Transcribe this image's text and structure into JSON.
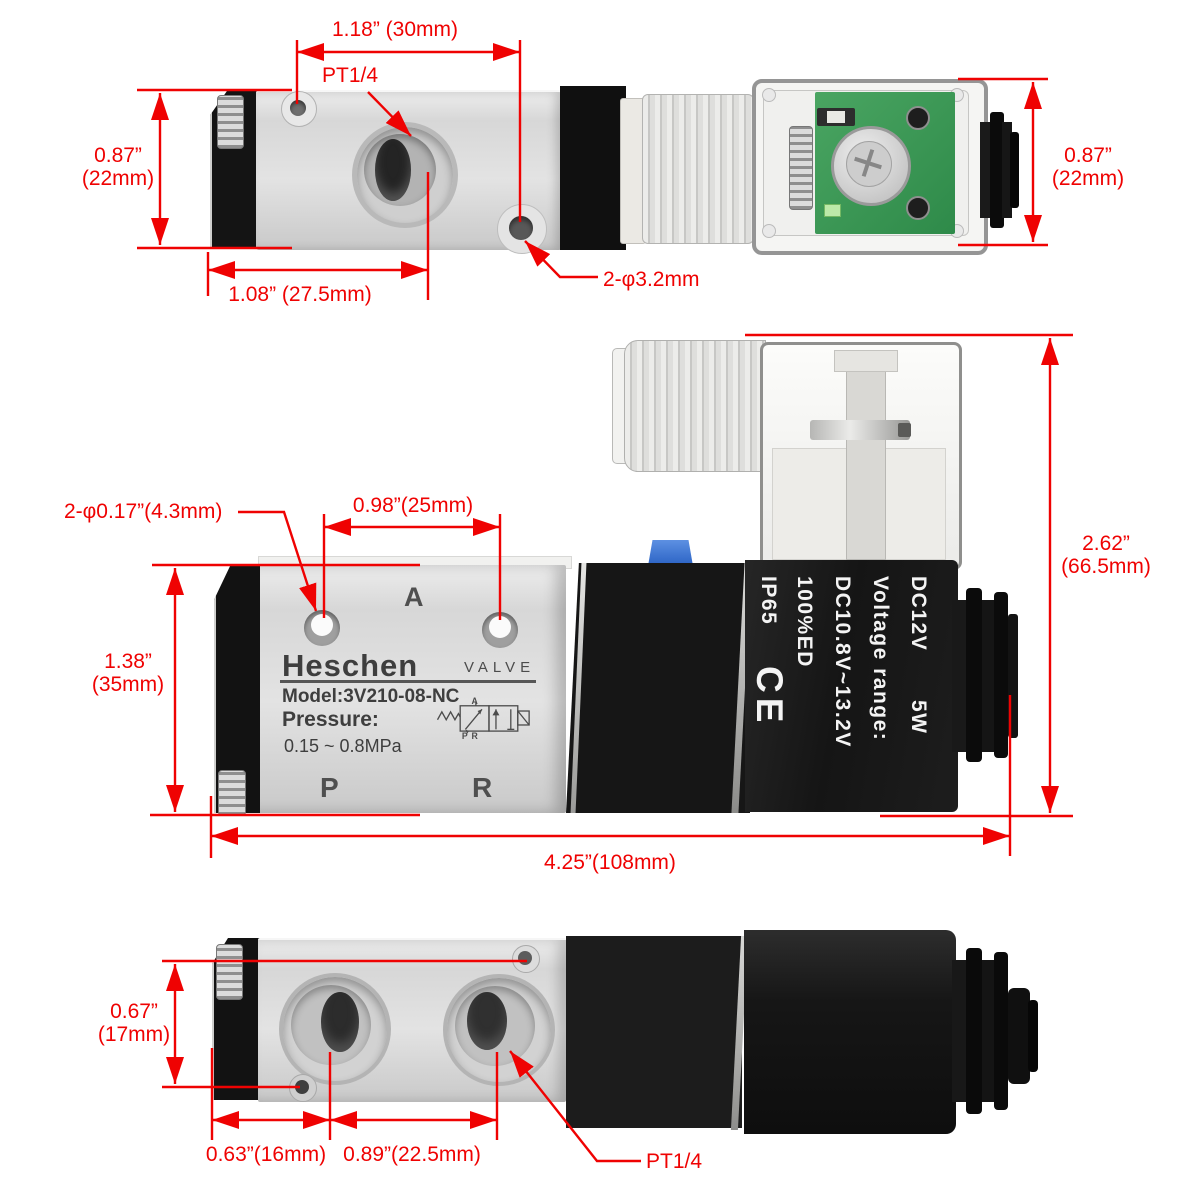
{
  "product": "Heschen 3V210-08-NC solenoid valve dimension diagram",
  "colors": {
    "annotation_red": "#ef0202",
    "pcb_green": "#3f9e5c",
    "override_button_blue": "#3270d2"
  },
  "top_view": {
    "dim_hole_spacing": "1.18” (30mm)",
    "port_label": "PT1/4",
    "dim_height_left_in": "0.87”",
    "dim_height_left_mm": "(22mm)",
    "dim_height_right_in": "0.87”",
    "dim_height_right_mm": "(22mm)",
    "dim_port_offset": "1.08” (27.5mm)",
    "mount_holes_label": "2-φ3.2mm"
  },
  "front_view": {
    "mount_holes_label": "2-φ0.17”(4.3mm)",
    "dim_port_spacing": "0.98”(25mm)",
    "dim_body_height_in": "1.38”",
    "dim_body_height_mm": "(35mm)",
    "dim_total_height_in": "2.62”",
    "dim_total_height_mm": "(66.5mm)",
    "dim_total_width": "4.25”(108mm)",
    "body": {
      "port_a": "A",
      "port_p": "P",
      "port_r": "R",
      "brand": "Heschen",
      "brand_suffix": "VALVE",
      "model": "Model:3V210-08-NC",
      "pressure_label": "Pressure:",
      "pressure_value": "0.15 ~ 0.8MPa"
    },
    "coil": {
      "protection": "IP65",
      "duty": "100%ED",
      "voltage_range_value": "DC10.8V~13.2V",
      "voltage_range_label": "Voltage range:",
      "voltage": "DC12V",
      "power": "5W",
      "ce_mark": "CE"
    }
  },
  "bottom_view": {
    "dim_height_in": "0.67”",
    "dim_height_mm": "(17mm)",
    "dim_edge_to_port": "0.63”(16mm)",
    "dim_port_spacing": "0.89”(22.5mm)",
    "port_label": "PT1/4"
  }
}
